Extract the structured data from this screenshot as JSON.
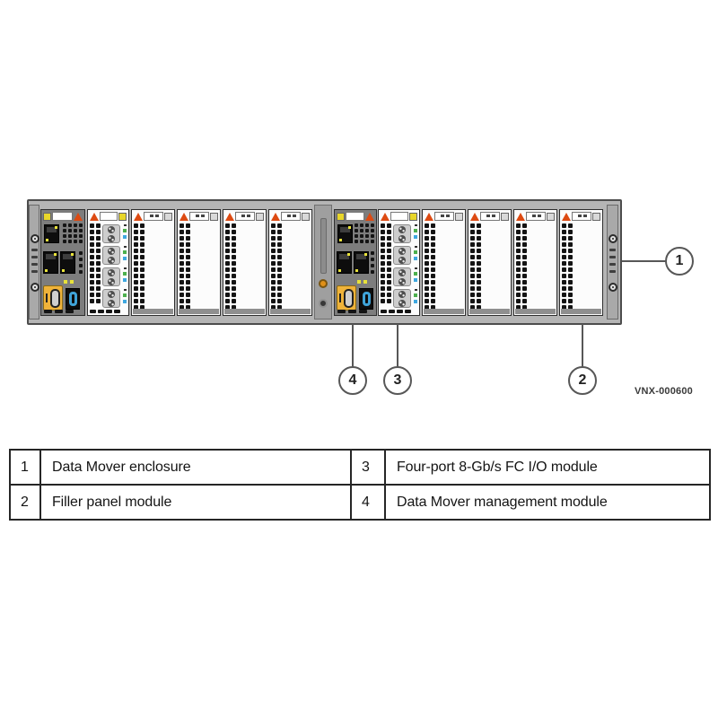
{
  "figure": {
    "code": "VNX-000600"
  },
  "callouts": [
    {
      "number": "1",
      "target": "data-mover-enclosure"
    },
    {
      "number": "2",
      "target": "filler-panel-module"
    },
    {
      "number": "3",
      "target": "fc-io-module"
    },
    {
      "number": "4",
      "target": "data-mover-management-module"
    }
  ],
  "legend": {
    "rows": [
      {
        "cells": [
          "1",
          "Data Mover enclosure",
          "3",
          "Four-port 8-Gb/s FC I/O module"
        ]
      },
      {
        "cells": [
          "2",
          "Filler panel module",
          "4",
          "Data Mover management module"
        ]
      }
    ]
  },
  "enclosure": {
    "halves": [
      {
        "name": "data-mover-left",
        "slots": [
          "management",
          "fc_io",
          "filler",
          "filler",
          "filler",
          "filler"
        ]
      },
      {
        "name": "data-mover-right",
        "slots": [
          "management",
          "fc_io",
          "filler",
          "filler",
          "filler",
          "filler"
        ]
      }
    ]
  },
  "icons": {
    "warning-triangle-icon": "orange caution triangle on module label strips",
    "screw-icon": "round chassis screw",
    "sfp-duplex-lc-icon": "paired optical connector circles"
  },
  "colors": {
    "chassis_gray": "#b5b5b5",
    "module_dark_gray": "#7d7d7d",
    "line_gray": "#4d4d4d",
    "warning_orange": "#dd4a12",
    "label_yellow": "#e8d62a",
    "serial_yellow": "#efb33a",
    "port_blue": "#3fa3d8",
    "led_yellow": "#e8e23a",
    "led_green": "#4db04e",
    "led_blue": "#3fa8e0"
  }
}
